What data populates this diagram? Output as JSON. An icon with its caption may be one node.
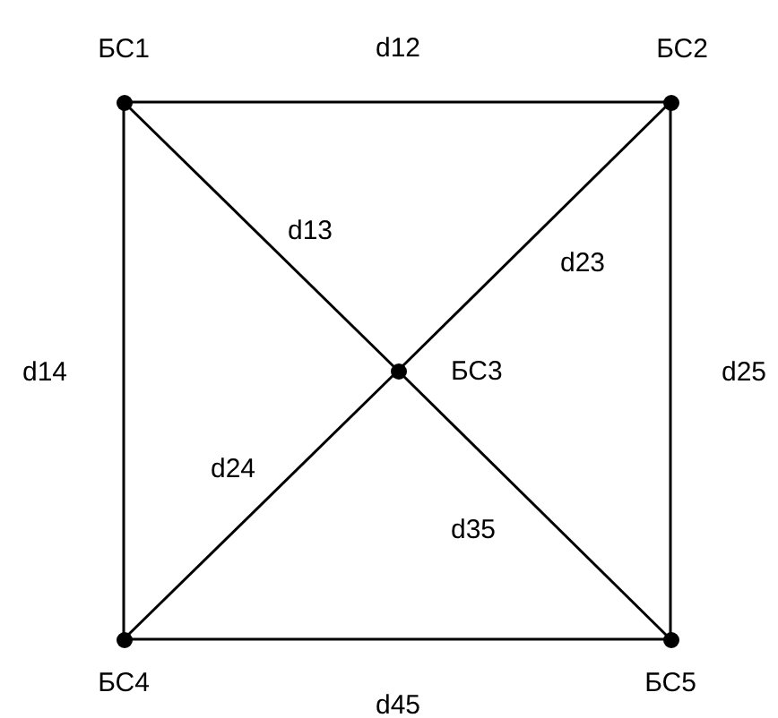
{
  "diagram": {
    "nodes": [
      {
        "text": [
          "БС1"
        ]
      },
      {
        "text": [
          "БС2"
        ]
      },
      {
        "text": [
          "БС3"
        ]
      },
      {
        "text": [
          "БС4"
        ]
      },
      {
        "text": [
          "БС5"
        ]
      }
    ],
    "edges": [
      {
        "from": 0,
        "to": 1,
        "arrow": "none",
        "label": "d12"
      },
      {
        "from": 0,
        "to": 2,
        "arrow": "none",
        "label": "d13"
      },
      {
        "from": 1,
        "to": 2,
        "arrow": "none",
        "label": "d23"
      },
      {
        "from": 0,
        "to": 3,
        "arrow": "none",
        "label": "d14"
      },
      {
        "from": 1,
        "to": 4,
        "arrow": "none",
        "label": "d25"
      },
      {
        "from": 2,
        "to": 3,
        "arrow": "none",
        "label": "d24"
      },
      {
        "from": 2,
        "to": 4,
        "arrow": "none",
        "label": "d35"
      },
      {
        "from": 3,
        "to": 4,
        "arrow": "none",
        "label": "d45"
      }
    ]
  }
}
